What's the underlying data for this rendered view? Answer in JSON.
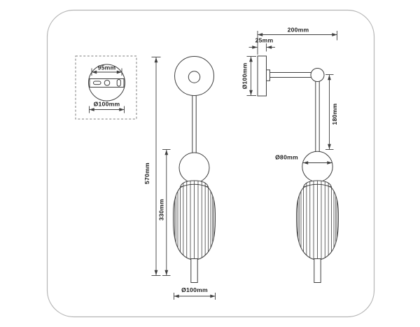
{
  "diagram": {
    "title": "wall-lamp-technical-drawing",
    "detail_view": {
      "bracket_width_label": "95mm",
      "plate_diameter_label": "Ø100mm"
    },
    "front_view": {
      "total_height_label": "570mm",
      "shade_height_label": "330mm",
      "shade_diameter_label": "Ø100mm"
    },
    "side_view": {
      "arm_length_label": "200mm",
      "plate_depth_label": "25mm",
      "plate_diameter_label": "Ø100mm",
      "drop_height_label": "180mm",
      "sphere_diameter_label": "Ø80mm"
    },
    "colors": {
      "line": "#3f3f3f",
      "text": "#1c1c1c",
      "frame": "#b5b5b5",
      "background": "#ffffff"
    }
  }
}
